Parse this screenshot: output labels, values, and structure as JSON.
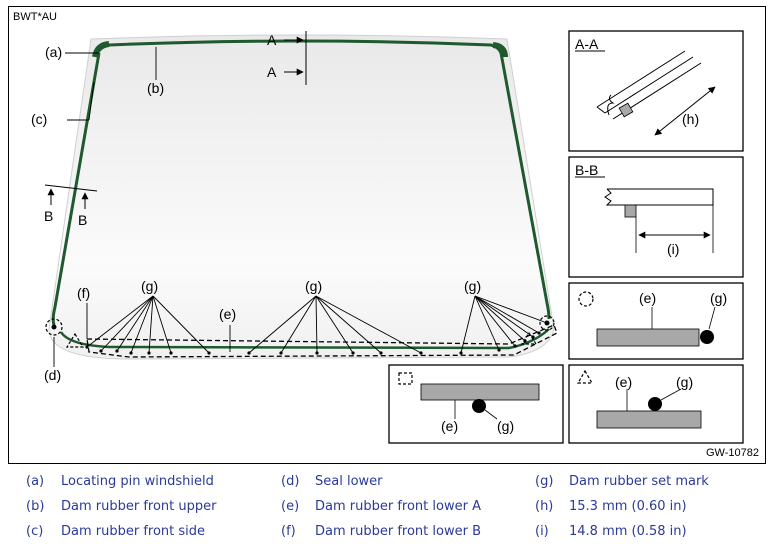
{
  "figure": {
    "code_top": "BWT*AU",
    "code_bottom": "GW-10782",
    "labels": {
      "a": "(a)",
      "b": "(b)",
      "c": "(c)",
      "d": "(d)",
      "e": "(e)",
      "f": "(f)",
      "g": "(g)",
      "h": "(h)",
      "i": "(i)"
    },
    "section_marks": {
      "a": "A",
      "b": "B"
    },
    "section_titles": {
      "aa": "A-A",
      "bb": "B-B"
    }
  },
  "legend": [
    [
      {
        "key": "(a)",
        "text": "Locating pin windshield"
      },
      {
        "key": "(d)",
        "text": "Seal lower"
      },
      {
        "key": "(g)",
        "text": "Dam rubber set mark"
      }
    ],
    [
      {
        "key": "(b)",
        "text": "Dam rubber front upper"
      },
      {
        "key": "(e)",
        "text": "Dam rubber front lower A"
      },
      {
        "key": "(h)",
        "text": "15.3 mm (0.60 in)"
      }
    ],
    [
      {
        "key": "(c)",
        "text": "Dam rubber front side"
      },
      {
        "key": "(f)",
        "text": "Dam rubber front lower B"
      },
      {
        "key": "(i)",
        "text": "14.8 mm (0.58 in)"
      }
    ]
  ],
  "colors": {
    "dam_rubber": "#1f5a2e",
    "legend_text": "#2b3a9a",
    "glass": "#f2f2f2",
    "detail_gray": "#a8a8a8"
  }
}
